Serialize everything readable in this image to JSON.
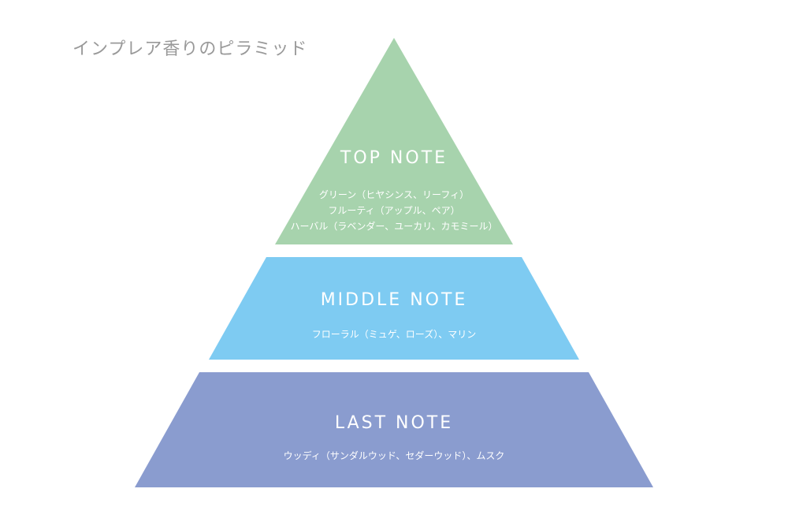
{
  "title": "インプレア香りのピラミッド",
  "tiers": [
    {
      "label": "TOP NOTE",
      "notes": [
        "グリーン（ヒヤシンス、リーフィ）",
        "フルーティ（アップル、ペア）",
        "ハーバル（ラベンダー、ユーカリ、カモミール）"
      ],
      "color": "#a7d3ad"
    },
    {
      "label": "MIDDLE NOTE",
      "notes": [
        "フローラル（ミュゲ、ローズ）、マリン"
      ],
      "color": "#7ecbf2"
    },
    {
      "label": "LAST NOTE",
      "notes": [
        "ウッディ（サンダルウッド、セダーウッド）、ムスク"
      ],
      "color": "#8a9ccf"
    }
  ]
}
